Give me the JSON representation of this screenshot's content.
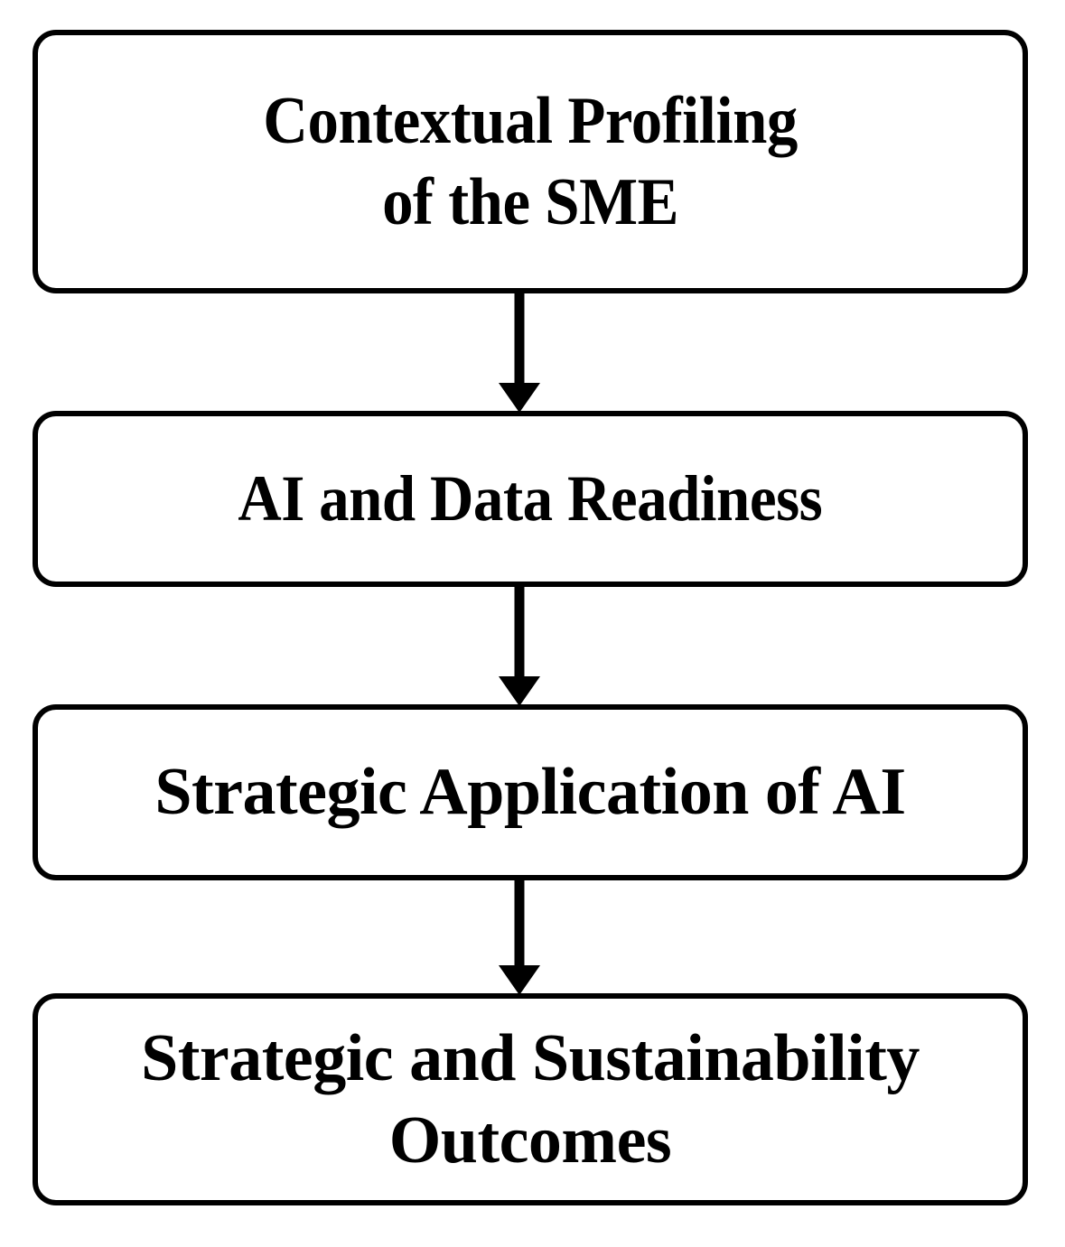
{
  "diagram": {
    "type": "vertical-flowchart",
    "title": "",
    "background_color": "#ffffff",
    "stroke_color": "#000000",
    "fill_color": "#ffffff",
    "nodes": [
      {
        "id": "contextual-profiling-of-the-sme",
        "label": "Contextual Profiling\nof the SME",
        "lines": [
          "Contextual Profiling",
          "of the SME"
        ],
        "shape": "rounded-rectangle",
        "order": 1
      },
      {
        "id": "ai-and-data-readiness",
        "label": "AI and Data Readiness",
        "lines": [
          "AI and Data Readiness"
        ],
        "shape": "rounded-rectangle",
        "order": 2
      },
      {
        "id": "strategic-application-of-ai",
        "label": "Strategic Application of AI",
        "lines": [
          "Strategic Application of AI"
        ],
        "shape": "rounded-rectangle",
        "order": 3
      },
      {
        "id": "strategic-and-sustainability-outcomes",
        "label": "Strategic and Sustainability\nOutcomes",
        "lines": [
          "Strategic and Sustainability",
          "Outcomes"
        ],
        "shape": "rounded-rectangle",
        "order": 4
      }
    ],
    "edges": [
      {
        "id": "edge-1",
        "from": "contextual-profiling-of-the-sme",
        "to": "ai-and-data-readiness",
        "label": "",
        "style": "solid-arrow-down"
      },
      {
        "id": "edge-2",
        "from": "ai-and-data-readiness",
        "to": "strategic-application-of-ai",
        "label": "",
        "style": "solid-arrow-down"
      },
      {
        "id": "edge-3",
        "from": "strategic-application-of-ai",
        "to": "strategic-and-sustainability-outcomes",
        "label": "",
        "style": "solid-arrow-down"
      }
    ]
  }
}
